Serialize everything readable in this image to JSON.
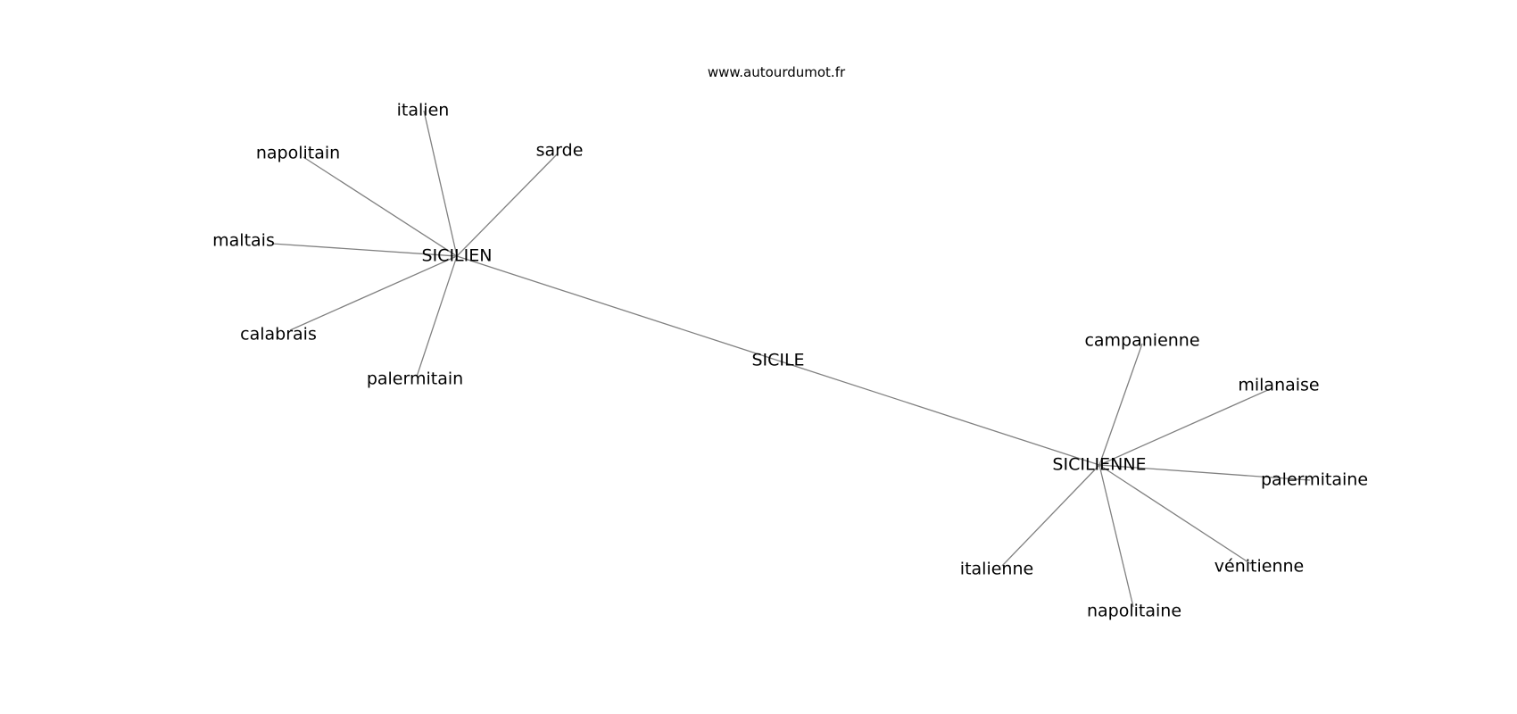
{
  "site": "www.autourdumot.fr",
  "graph": {
    "center": "SICILE",
    "nodes": [
      {
        "id": "SICILE"
      },
      {
        "id": "SICILIEN"
      },
      {
        "id": "SICILIENNE"
      },
      {
        "id": "italien"
      },
      {
        "id": "napolitain"
      },
      {
        "id": "sarde"
      },
      {
        "id": "maltais"
      },
      {
        "id": "calabrais"
      },
      {
        "id": "palermitain"
      },
      {
        "id": "campanienne"
      },
      {
        "id": "milanaise"
      },
      {
        "id": "palermitaine"
      },
      {
        "id": "vénitienne"
      },
      {
        "id": "napolitaine"
      },
      {
        "id": "italienne"
      }
    ],
    "edges": [
      [
        "SICILE",
        "SICILIEN"
      ],
      [
        "SICILE",
        "SICILIENNE"
      ],
      [
        "SICILIEN",
        "italien"
      ],
      [
        "SICILIEN",
        "napolitain"
      ],
      [
        "SICILIEN",
        "sarde"
      ],
      [
        "SICILIEN",
        "maltais"
      ],
      [
        "SICILIEN",
        "calabrais"
      ],
      [
        "SICILIEN",
        "palermitain"
      ],
      [
        "SICILIENNE",
        "campanienne"
      ],
      [
        "SICILIENNE",
        "milanaise"
      ],
      [
        "SICILIENNE",
        "palermitaine"
      ],
      [
        "SICILIENNE",
        "vénitienne"
      ],
      [
        "SICILIENNE",
        "napolitaine"
      ],
      [
        "SICILIENNE",
        "italienne"
      ]
    ]
  }
}
